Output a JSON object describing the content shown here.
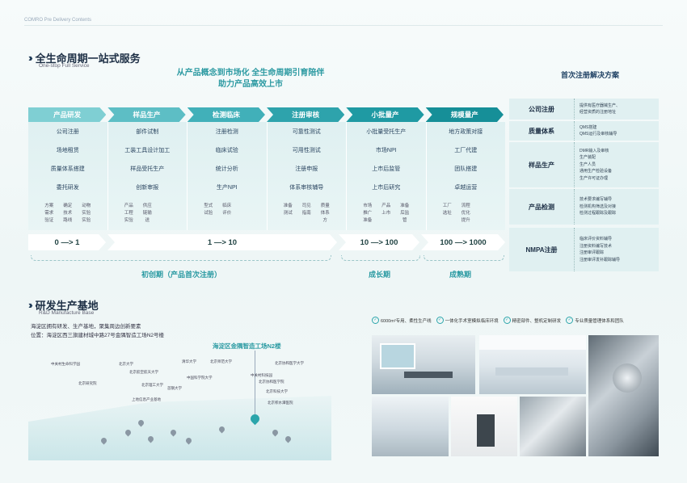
{
  "header": {
    "small": "COMRO Pre Delivery Contents"
  },
  "section1": {
    "title": "全生命周期一站式服务",
    "subtitle": "One-stop Full Service"
  },
  "slogan": {
    "line1": "从产品概念到市场化  全生命周期引育陪伴",
    "line2": "助力产品高效上市"
  },
  "stages": [
    {
      "label": "产品研发",
      "color": "#7fcfd3",
      "items": [
        "公司注册",
        "场地租赁",
        "质量体系搭建",
        "委托研发"
      ],
      "mini": [
        "方案",
        "确定",
        "动物",
        "需求",
        "技术",
        "实验",
        "验证",
        "路线",
        "实验"
      ]
    },
    {
      "label": "样品生产",
      "color": "#5dbec5",
      "items": [
        "部件试制",
        "工装工具设计加工",
        "样品受托生产",
        "创新审报"
      ],
      "mini": [
        "产品",
        "供应",
        "",
        "工程",
        "链输",
        "",
        "实验",
        "送",
        ""
      ]
    },
    {
      "label": "检测临床",
      "color": "#41b0b9",
      "items": [
        "注册检测",
        "临床试验",
        "统计分析",
        "生产NPI"
      ],
      "mini": [
        "型式",
        "临床",
        "",
        "试验",
        "评价",
        "",
        "",
        "",
        ""
      ]
    },
    {
      "label": "注册审核",
      "color": "#2ea3ac",
      "items": [
        "可靠性测试",
        "可用性测试",
        "注册申报",
        "体系审核辅导"
      ],
      "mini": [
        "准备",
        "司见",
        "质量",
        "测试",
        "指南",
        "体系",
        "",
        "",
        "方"
      ]
    },
    {
      "label": "小批量产",
      "color": "#1f9aa3",
      "items": [
        "小批量受托生产",
        "市场NPI",
        "上市后监管",
        "上市后研究"
      ],
      "mini": [
        "市场",
        "产品",
        "准备",
        "推广",
        "上市",
        "后监",
        "准备",
        "",
        "管"
      ]
    },
    {
      "label": "规模量产",
      "color": "#168f98",
      "items": [
        "地方政策对接",
        "工厂代建",
        "团队搭建",
        "卓越运营"
      ],
      "mini": [
        "工厂",
        "流程",
        "",
        "选址",
        "优化",
        "",
        "",
        "提升",
        ""
      ]
    }
  ],
  "ranges": [
    "0 —> 1",
    "1 —> 10",
    "10 —> 100",
    "100 —> 1000"
  ],
  "phases": [
    "初创期（产品首次注册）",
    "成长期",
    "成熟期"
  ],
  "right_panel": {
    "title": "首次注册解决方案",
    "boxes": [
      {
        "label": "公司注册",
        "items": [
          "提供有医疗器械生产、",
          "经营资质的注册地址"
        ]
      },
      {
        "label": "质量体系",
        "items": [
          "QMS搭建",
          "QMS运行及审核辅导"
        ]
      },
      {
        "label": "样品生产",
        "items": [
          "DMR输入及审核",
          "生产装配",
          "生产人员",
          "通用生产检验设备",
          "生产许可证办理"
        ]
      },
      {
        "label": "产品检测",
        "items": [
          "技术要求编写辅导",
          "检测机构筛选及对接",
          "检测过程跟踪及跟踪"
        ]
      },
      {
        "label": "NMPA注册",
        "items": [
          "临床评价资料辅导",
          "注册资料编写技术",
          "注册审评跟踪",
          "注册审评发补跟踪辅导"
        ]
      }
    ]
  },
  "section2": {
    "title": "研发生产基地",
    "subtitle": "R&D Manufacture Base",
    "desc": "海淀区拥有研发、生产基地，聚集周边创新要素",
    "address": "位置：海淀区西三旗建材城中路27号金隅智造工场N2号楼"
  },
  "map": {
    "title": "海淀区金隅智造工场N2楼",
    "labels": [
      "中关村生命科学园",
      "北京大学",
      "北京航空航天大学",
      "北京理工大学",
      "上地信息产业基地",
      "首钢大学",
      "清华大学",
      "中国科学院大学",
      "北京师范大学",
      "北京协和医学大学",
      "中关村科技园",
      "北京协和医学院",
      "北京科技大学",
      "北京积水潭医院",
      "北京研究院"
    ]
  },
  "features": [
    "6000m²专用、柔性生产线",
    "一体化手术室模拟临床环境",
    "精密部件、整机定制研发",
    "专业质量管理体系和团队"
  ]
}
